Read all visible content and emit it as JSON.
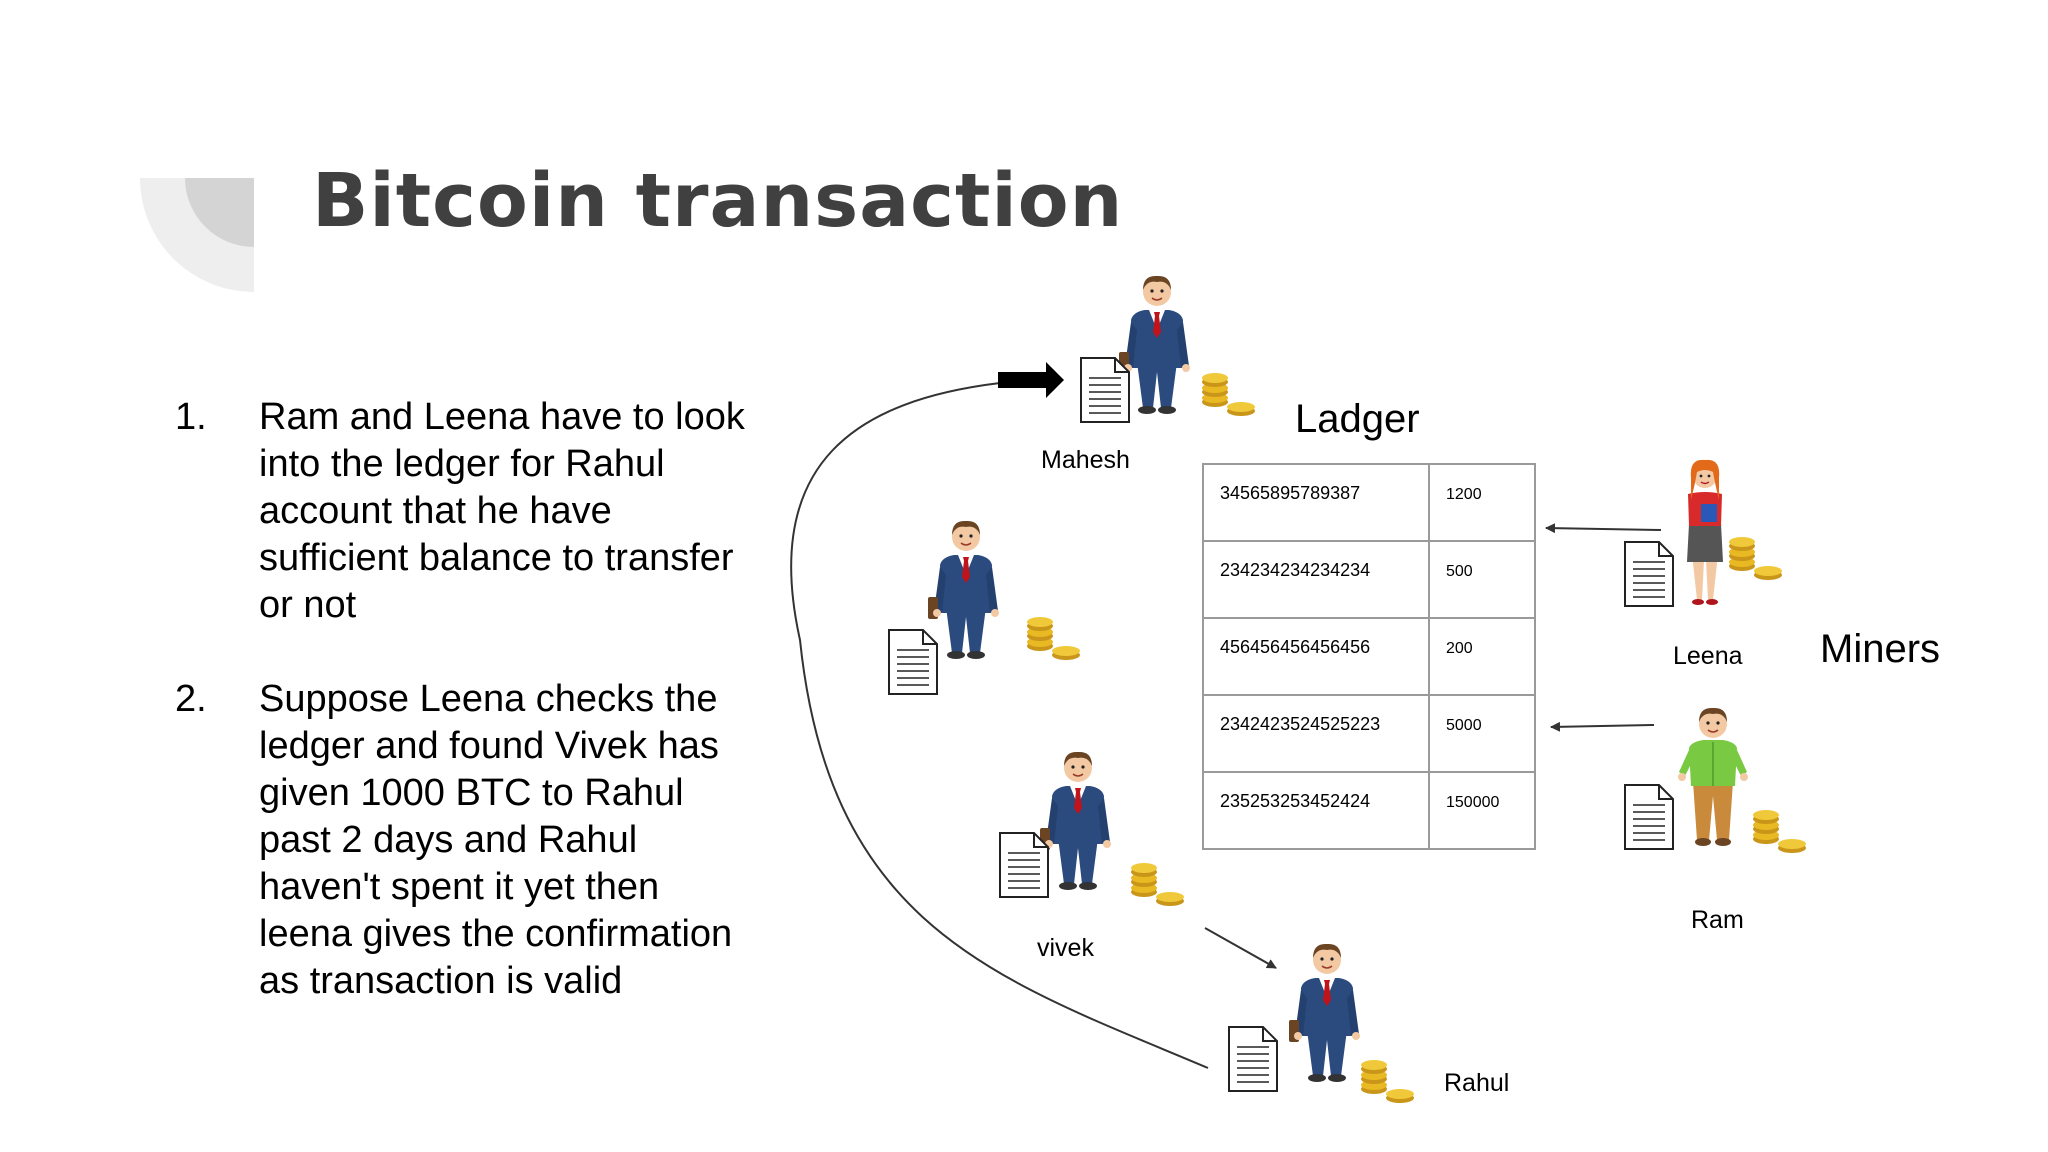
{
  "slide": {
    "title": "Bitcoin transaction"
  },
  "points": [
    {
      "number": "1.",
      "text": "Ram and Leena have to look into the ledger for Rahul account that he have sufficient balance to transfer or not"
    },
    {
      "number": "2.",
      "text": "Suppose Leena checks the ledger and found Vivek has given 1000 BTC to Rahul past 2 days and Rahul haven't spent it yet then leena gives the confirmation as transaction is valid"
    }
  ],
  "diagram": {
    "ledger_title": "Ladger",
    "miners_label": "Miners",
    "people": {
      "mahesh": "Mahesh",
      "leena": "Leena",
      "ram": "Ram",
      "vivek": "vivek",
      "rahul": "Rahul"
    },
    "ledger_rows": [
      {
        "id": "34565895789387",
        "amount": "1200"
      },
      {
        "id": "234234234234234",
        "amount": "500"
      },
      {
        "id": "456456456456456",
        "amount": "200"
      },
      {
        "id": "2342423524525223",
        "amount": "5000"
      },
      {
        "id": "235253253452424",
        "amount": "150000"
      }
    ]
  },
  "colors": {
    "title": "#404040",
    "suit": "#2b4a7e",
    "tie": "#c0141c",
    "coin": "#e8b923",
    "leena_skirt": "#555555",
    "ram_shirt": "#7ac943",
    "ram_pants": "#c98a3c",
    "table_border": "#9a9a9a"
  },
  "icons": [
    "document-icon",
    "coin-stack-icon",
    "businessman-icon",
    "woman-icon",
    "man-green-shirt-icon",
    "arrow-icon"
  ]
}
